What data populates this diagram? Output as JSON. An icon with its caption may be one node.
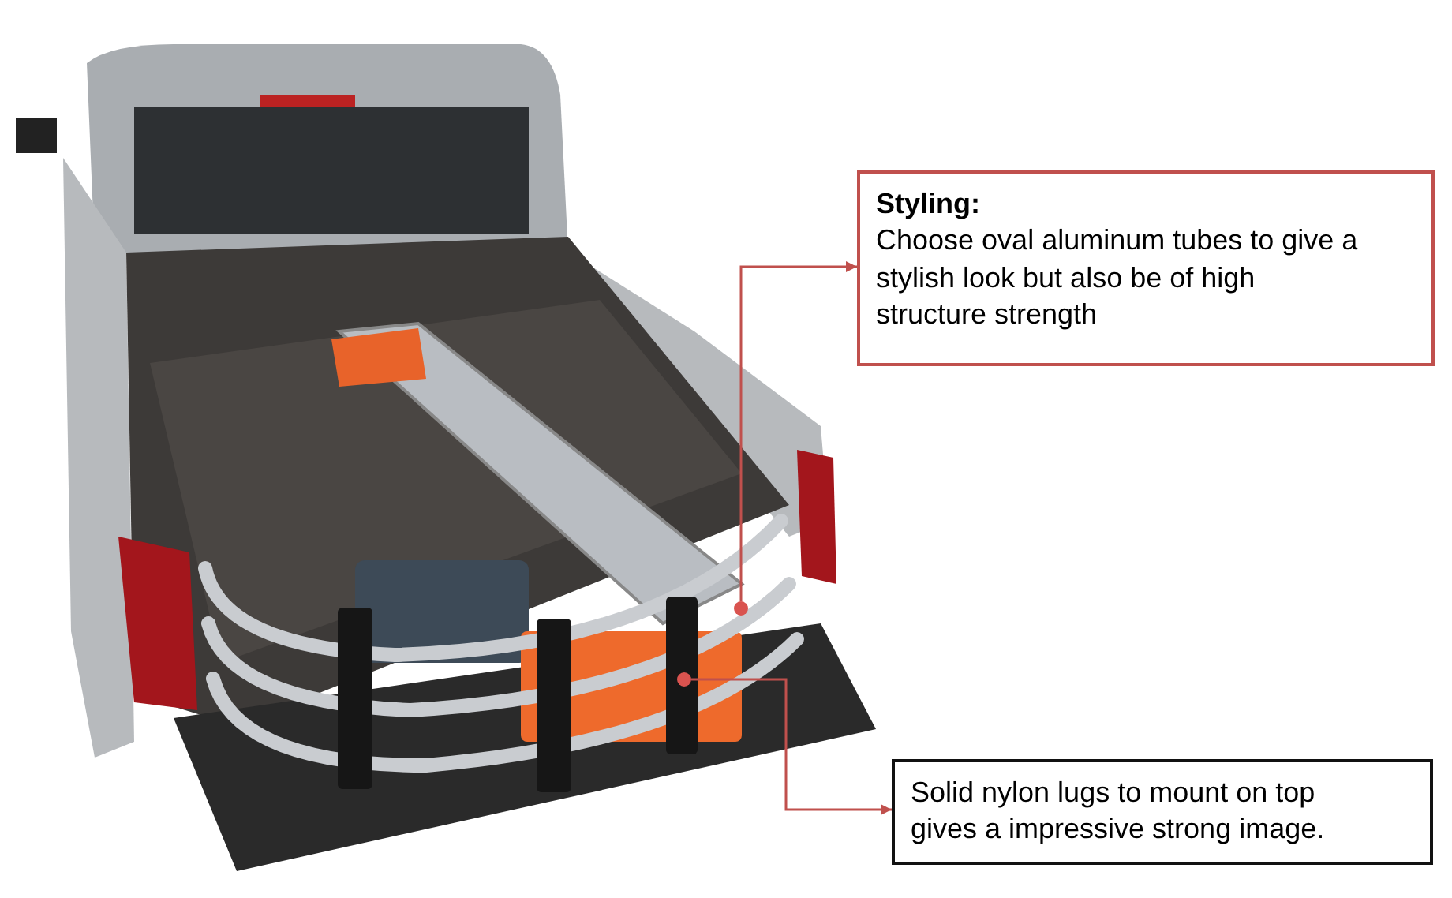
{
  "diagram": {
    "nodes": [
      {
        "text": [],
        "shape": "picture"
      },
      {
        "text": [
          "Styling:",
          "Choose oval aluminum tubes to give a stylish look but also be of high structure strength"
        ]
      },
      {
        "text": [
          "Solid nylon lugs to mount on top gives a impressive strong image."
        ]
      },
      {
        "text": [],
        "shape": "circle",
        "in": 0
      },
      {
        "text": [],
        "shape": "circle",
        "in": 0
      }
    ],
    "edges": [
      {
        "from": 3,
        "to": 1,
        "arrow": "to"
      },
      {
        "from": 4,
        "to": 2,
        "arrow": "to"
      }
    ]
  }
}
